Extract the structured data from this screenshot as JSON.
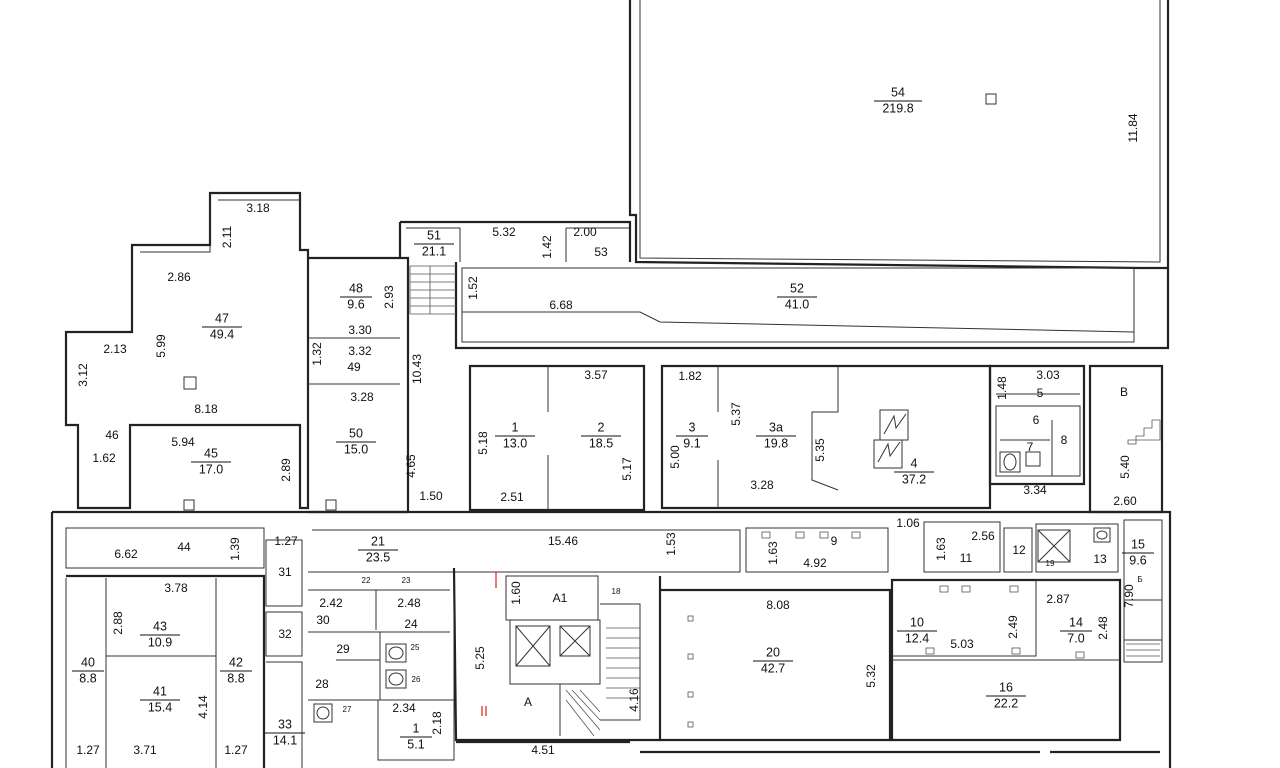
{
  "rooms": [
    {
      "id": "r54",
      "number": "54",
      "area": "219.8"
    },
    {
      "id": "r51",
      "number": "51",
      "area": "21.1"
    },
    {
      "id": "r53",
      "number": "",
      "area": "53"
    },
    {
      "id": "r52",
      "number": "52",
      "area": "41.0"
    },
    {
      "id": "r48",
      "number": "48",
      "area": "9.6"
    },
    {
      "id": "r47",
      "number": "47",
      "area": "49.4"
    },
    {
      "id": "r49",
      "number": "",
      "area": "49"
    },
    {
      "id": "r50",
      "number": "50",
      "area": "15.0"
    },
    {
      "id": "r46",
      "number": "",
      "area": "46"
    },
    {
      "id": "r45",
      "number": "45",
      "area": "17.0"
    },
    {
      "id": "r1",
      "number": "1",
      "area": "13.0"
    },
    {
      "id": "r2",
      "number": "2",
      "area": "18.5"
    },
    {
      "id": "r3",
      "number": "3",
      "area": "9.1"
    },
    {
      "id": "r3a",
      "number": "3a",
      "area": "19.8"
    },
    {
      "id": "r4",
      "number": "4",
      "area": "37.2"
    },
    {
      "id": "r5",
      "number": "",
      "area": "5"
    },
    {
      "id": "r6",
      "number": "",
      "area": "6"
    },
    {
      "id": "r7",
      "number": "",
      "area": "7"
    },
    {
      "id": "r8",
      "number": "",
      "area": "8"
    },
    {
      "id": "rB",
      "number": "",
      "area": "B"
    },
    {
      "id": "r44",
      "number": "",
      "area": "44"
    },
    {
      "id": "r21",
      "number": "21",
      "area": "23.5"
    },
    {
      "id": "r9",
      "number": "",
      "area": "9"
    },
    {
      "id": "r11",
      "number": "",
      "area": "11"
    },
    {
      "id": "r12",
      "number": "",
      "area": "12"
    },
    {
      "id": "r13",
      "number": "",
      "area": "13"
    },
    {
      "id": "r15",
      "number": "15",
      "area": "9.6"
    },
    {
      "id": "r31",
      "number": "",
      "area": "31"
    },
    {
      "id": "r43",
      "number": "43",
      "area": "10.9"
    },
    {
      "id": "r30",
      "number": "",
      "area": "30"
    },
    {
      "id": "r24",
      "number": "",
      "area": "24"
    },
    {
      "id": "rA1",
      "number": "",
      "area": "A1"
    },
    {
      "id": "r20",
      "number": "20",
      "area": "42.7"
    },
    {
      "id": "r10",
      "number": "10",
      "area": "12.4"
    },
    {
      "id": "r14",
      "number": "14",
      "area": "7.0"
    },
    {
      "id": "r32",
      "number": "",
      "area": "32"
    },
    {
      "id": "r29",
      "number": "",
      "area": "29"
    },
    {
      "id": "r40",
      "number": "40",
      "area": "8.8"
    },
    {
      "id": "r42",
      "number": "42",
      "area": "8.8"
    },
    {
      "id": "r41",
      "number": "41",
      "area": "15.4"
    },
    {
      "id": "r28",
      "number": "",
      "area": "28"
    },
    {
      "id": "rA",
      "number": "",
      "area": "A"
    },
    {
      "id": "r16",
      "number": "16",
      "area": "22.2"
    },
    {
      "id": "r33",
      "number": "33",
      "area": "14.1"
    },
    {
      "id": "r1b",
      "number": "1",
      "area": "5.1"
    },
    {
      "id": "r22",
      "number": "",
      "area": "22"
    },
    {
      "id": "r23",
      "number": "",
      "area": "23"
    },
    {
      "id": "r25",
      "number": "",
      "area": "25"
    },
    {
      "id": "r26",
      "number": "",
      "area": "26"
    },
    {
      "id": "r27",
      "number": "",
      "area": "27"
    },
    {
      "id": "r19",
      "number": "",
      "area": "19"
    },
    {
      "id": "r18",
      "number": "",
      "area": "18"
    },
    {
      "id": "rBt",
      "number": "",
      "area": "Б"
    }
  ],
  "dimensions": [
    "11.84",
    "3.18",
    "2.11",
    "2.86",
    "5.99",
    "2.13",
    "3.12",
    "8.18",
    "1.62",
    "5.94",
    "2.89",
    "2.93",
    "3.30",
    "1.32",
    "3.32",
    "3.28",
    "4.65",
    "10.43",
    "1.50",
    "5.32",
    "1.42",
    "2.00",
    "1.52",
    "6.68",
    "5.18",
    "3.57",
    "2.51",
    "5.17",
    "1.82",
    "5.37",
    "5.00",
    "3.28",
    "5.35",
    "1.48",
    "3.03",
    "3.34",
    "5.40",
    "2.60",
    "1.06",
    "6.62",
    "1.39",
    "1.27",
    "15.46",
    "1.53",
    "1.63",
    "4.92",
    "2.56",
    "1.63",
    "3.78",
    "2.88",
    "2.42",
    "2.48",
    "1.60",
    "8.08",
    "2.87",
    "7.90",
    "2.49",
    "5.03",
    "2.48",
    "5.25",
    "4.16",
    "5.32",
    "4.14",
    "2.34",
    "2.18",
    "1.27",
    "3.71",
    "1.27",
    "4.51"
  ]
}
